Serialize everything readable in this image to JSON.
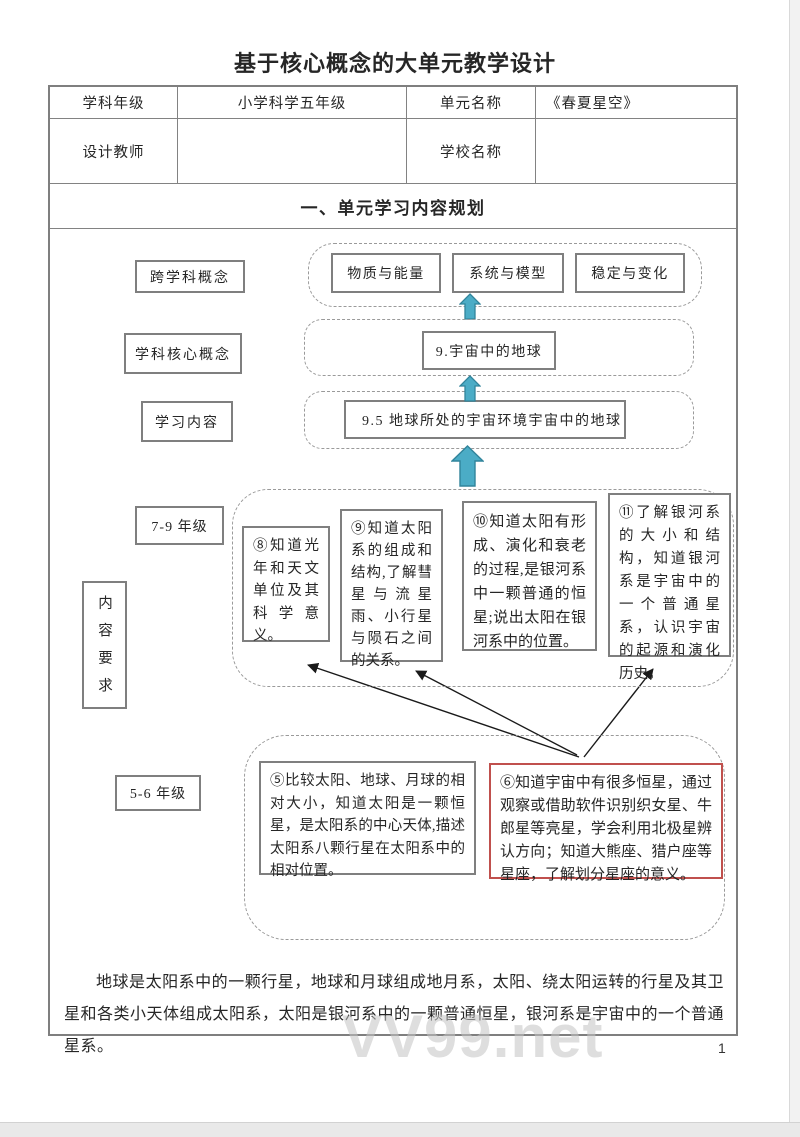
{
  "doc": {
    "title": "基于核心概念的大单元教学设计",
    "page_number": "1",
    "watermark": "VV99.net"
  },
  "info_table": {
    "subject_grade_label": "学科年级",
    "subject_grade_value": "小学科学五年级",
    "unit_name_label": "单元名称",
    "unit_name_value": "《春夏星空》",
    "teacher_label": "设计教师",
    "teacher_value": "",
    "school_label": "学校名称",
    "school_value": ""
  },
  "section_heading": "一、单元学习内容规划",
  "diagram": {
    "cross_concepts": {
      "label": "跨学科概念",
      "items": [
        "物质与能量",
        "系统与模型",
        "稳定与变化"
      ]
    },
    "core_concept": {
      "label": "学科核心概念",
      "item": "9.宇宙中的地球"
    },
    "learning_content": {
      "label": "学习内容",
      "item": "9.5 地球所处的宇宙环境宇宙中的地球"
    },
    "content_requirements_label": "内容要求",
    "grade_7_9": {
      "label": "7-9 年级",
      "items": [
        "⑧知道光年和天文单位及其科学意义。",
        "⑨知道太阳系的组成和结构,了解彗星与流星雨、小行星与陨石之间的关系。",
        "⑩知道太阳有形成、演化和衰老的过程,是银河系中一颗普通的恒星;说出太阳在银河系中的位置。",
        "⑪了解银河系的大小和结构，知道银河系是宇宙中的一个普通星系，认识宇宙的起源和演化历史。"
      ]
    },
    "grade_5_6": {
      "label": "5-6 年级",
      "items": [
        "⑤比较太阳、地球、月球的相对大小，知道太阳是一颗恒星，是太阳系的中心天体,描述太阳系八颗行星在太阳系中的相对位置。",
        "⑥知道宇宙中有很多恒星，通过观察或借助软件识别织女星、牛郎星等亮星，学会利用北极星辨认方向；知道大熊座、猎户座等星座，了解划分星座的意义。"
      ]
    }
  },
  "summary_paragraph": "地球是太阳系中的一颗行星，地球和月球组成地月系，太阳、绕太阳运转的行星及其卫星和各类小天体组成太阳系，太阳是银河系中的一颗普通恒星，银河系是宇宙中的一个普通星系。",
  "colors": {
    "arrow_teal_fill": "#4BACC6",
    "arrow_teal_border": "#31849B",
    "highlight_red": "#C0504D",
    "border_gray": "#7f7f7f"
  }
}
